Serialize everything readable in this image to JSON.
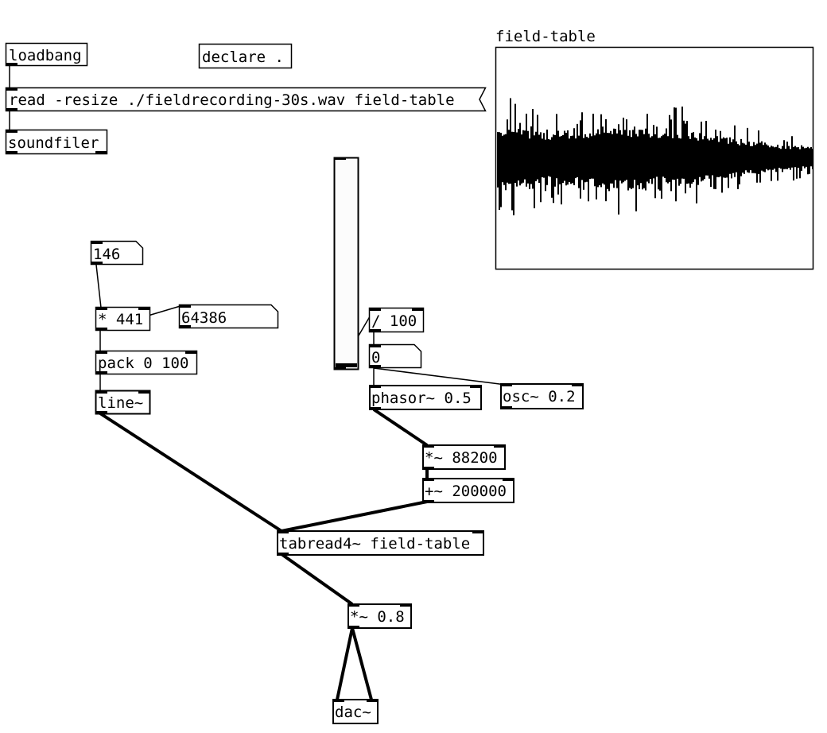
{
  "patch": {
    "objects": [
      {
        "id": "loadbang",
        "kind": "object",
        "text": "loadbang"
      },
      {
        "id": "declare",
        "kind": "object",
        "text": "declare ."
      },
      {
        "id": "read-msg",
        "kind": "message",
        "text": "read -resize ./fieldrecording-30s.wav field-table"
      },
      {
        "id": "soundfiler",
        "kind": "object",
        "text": "soundfiler"
      },
      {
        "id": "num-146",
        "kind": "number",
        "text": "146"
      },
      {
        "id": "mul-441",
        "kind": "object",
        "text": "* 441"
      },
      {
        "id": "num-64386",
        "kind": "number",
        "text": "64386"
      },
      {
        "id": "pack",
        "kind": "object",
        "text": "pack 0 100"
      },
      {
        "id": "line",
        "kind": "signal",
        "text": "line~"
      },
      {
        "id": "div-100",
        "kind": "object",
        "text": "/ 100"
      },
      {
        "id": "num-0",
        "kind": "number",
        "text": "0"
      },
      {
        "id": "phasor",
        "kind": "signal",
        "text": "phasor~ 0.5"
      },
      {
        "id": "osc",
        "kind": "signal",
        "text": "osc~ 0.2"
      },
      {
        "id": "mul-88200",
        "kind": "signal",
        "text": "*~ 88200"
      },
      {
        "id": "add-200000",
        "kind": "signal",
        "text": "+~ 200000"
      },
      {
        "id": "tabread4",
        "kind": "signal",
        "text": "tabread4~ field-table"
      },
      {
        "id": "mul-08",
        "kind": "signal",
        "text": "*~ 0.8"
      },
      {
        "id": "dac",
        "kind": "signal",
        "text": "dac~"
      }
    ],
    "array": {
      "name": "field-table",
      "waveform_envelope": [
        0.38,
        0.42,
        0.36,
        0.34,
        0.32,
        0.35,
        0.33,
        0.37,
        0.36,
        0.4,
        0.38,
        0.34,
        0.32,
        0.36,
        0.35,
        0.3,
        0.28,
        0.26,
        0.22,
        0.2,
        0.18,
        0.16,
        0.15,
        0.14
      ]
    },
    "slider": {
      "orientation": "vertical",
      "value": 0
    }
  }
}
